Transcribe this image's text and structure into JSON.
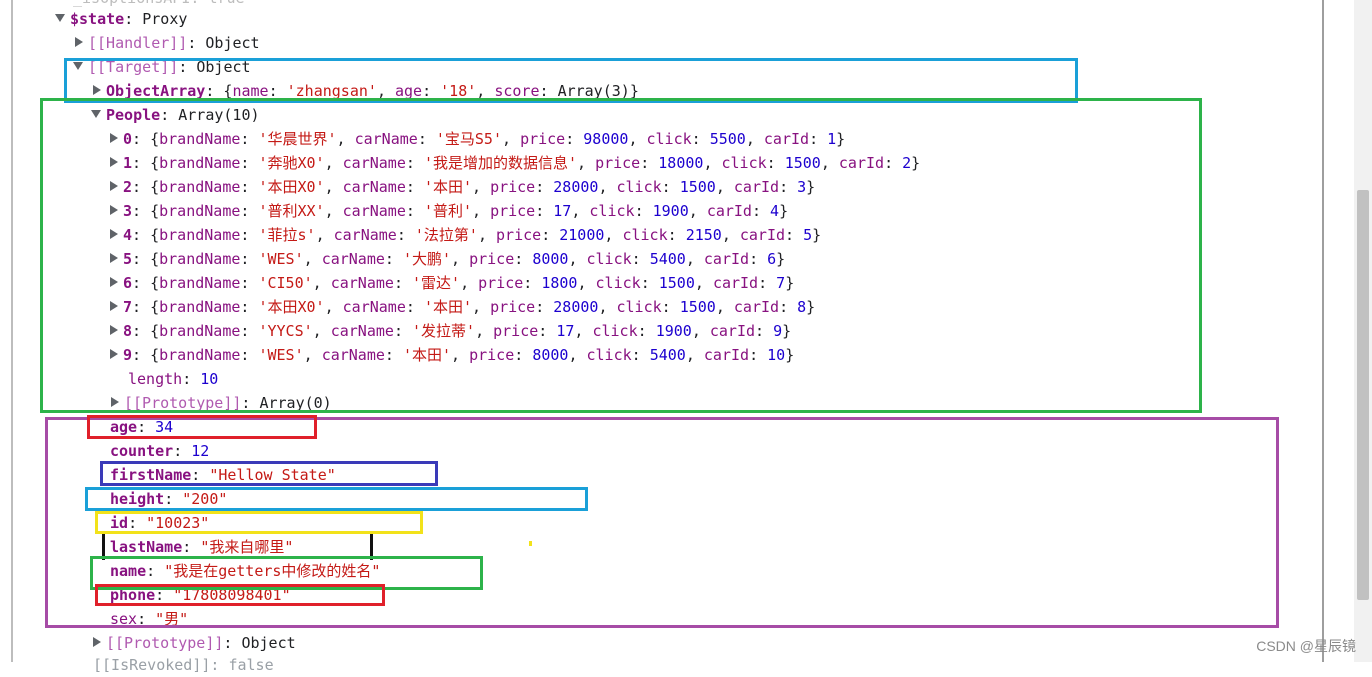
{
  "top_fragment": "_isOptionsAPI: true",
  "state_line": {
    "key": "$state",
    "value": "Proxy"
  },
  "handler_line": {
    "key": "[[Handler]]",
    "value": "Object"
  },
  "target_line": {
    "key": "[[Target]]",
    "value": "Object"
  },
  "object_array": {
    "key": "ObjectArray",
    "name_key": "name",
    "name_val": "'zhangsan'",
    "age_key": "age",
    "age_val": "'18'",
    "score_key": "score",
    "score_val": "Array(3)"
  },
  "people_line": {
    "key": "People",
    "value": "Array(10)"
  },
  "people": [
    {
      "index": "0",
      "brandName": "'华晨世界'",
      "carName": "'宝马S5'",
      "price": "98000",
      "click": "5500",
      "carId": "1"
    },
    {
      "index": "1",
      "brandName": "'奔驰X0'",
      "carName": "'我是增加的数据信息'",
      "price": "18000",
      "click": "1500",
      "carId": "2"
    },
    {
      "index": "2",
      "brandName": "'本田X0'",
      "carName": "'本田'",
      "price": "28000",
      "click": "1500",
      "carId": "3"
    },
    {
      "index": "3",
      "brandName": "'普利XX'",
      "carName": "'普利'",
      "price": "17",
      "click": "1900",
      "carId": "4"
    },
    {
      "index": "4",
      "brandName": "'菲拉s'",
      "carName": "'法拉第'",
      "price": "21000",
      "click": "2150",
      "carId": "5"
    },
    {
      "index": "5",
      "brandName": "'WES'",
      "carName": "'大鹏'",
      "price": "8000",
      "click": "5400",
      "carId": "6"
    },
    {
      "index": "6",
      "brandName": "'CI50'",
      "carName": "'雷达'",
      "price": "1800",
      "click": "1500",
      "carId": "7"
    },
    {
      "index": "7",
      "brandName": "'本田X0'",
      "carName": "'本田'",
      "price": "28000",
      "click": "1500",
      "carId": "8"
    },
    {
      "index": "8",
      "brandName": "'YYCS'",
      "carName": "'发拉蒂'",
      "price": "17",
      "click": "1900",
      "carId": "9"
    },
    {
      "index": "9",
      "brandName": "'WES'",
      "carName": "'本田'",
      "price": "8000",
      "click": "5400",
      "carId": "10"
    }
  ],
  "people_keys": {
    "brandName": "brandName",
    "carName": "carName",
    "price": "price",
    "click": "click",
    "carId": "carId"
  },
  "length_line": {
    "key": "length",
    "value": "10"
  },
  "array_proto_line": {
    "key": "[[Prototype]]",
    "value": "Array(0)"
  },
  "props": {
    "age": {
      "key": "age",
      "value": "34"
    },
    "counter": {
      "key": "counter",
      "value": "12"
    },
    "firstName": {
      "key": "firstName",
      "value": "\"Hellow State\""
    },
    "height": {
      "key": "height",
      "value": "\"200\""
    },
    "id": {
      "key": "id",
      "value": "\"10023\""
    },
    "lastName": {
      "key": "lastName",
      "value": "\"我来自哪里\""
    },
    "name": {
      "key": "name",
      "value": "\"我是在getters中修改的姓名\""
    },
    "phone": {
      "key": "phone",
      "value": "\"17808098401\""
    },
    "sex": {
      "key": "sex",
      "value": "\"男\""
    }
  },
  "object_proto_line": {
    "key": "[[Prototype]]",
    "value": "Object"
  },
  "bottom_fragment": "[[IsRevoked]]: false",
  "watermark": "CSDN @星辰镜",
  "colors": {
    "cyan_box": "#1aa0d8",
    "green_box": "#2db34a",
    "purple_box": "#a64ca6",
    "red_box": "#e0202a",
    "blue_box": "#3a3ab8",
    "yellow_box": "#f2e21a"
  }
}
